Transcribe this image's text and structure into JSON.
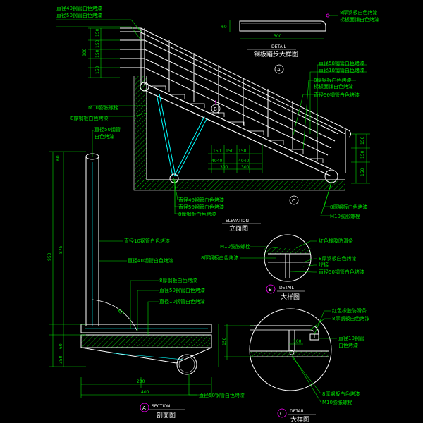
{
  "colors": {
    "background": "#000000",
    "structure": "#ffffff",
    "rail_lines": "#ffffff",
    "hatch": "#00e000",
    "leaders": "#00e000",
    "dimension": "#00e000",
    "brace": "#00ffff",
    "marker": "#ff00ff",
    "labels": "#00e000"
  },
  "titles": {
    "elevation_en": "ELEVATION",
    "elevation_cn": "立面图",
    "tread_detail_en": "DETAIL",
    "tread_detail_cn": "钢板踏步大样图",
    "detail_b_en": "DETAIL",
    "detail_b_cn": "大样图",
    "section_en": "SECTION",
    "section_cn": "剖面图",
    "detail_c_en": "DETAIL",
    "detail_c_cn": "大样图"
  },
  "markers": {
    "a": "A",
    "b": "B",
    "c": "C",
    "b_title": "B",
    "a_title": "A",
    "c_title": "C"
  },
  "elevation_labels": {
    "top_rail_1": "直径40钢管白色烤漆",
    "top_rail_2": "直径50钢管白色烤漆",
    "bolt": "M10膨胀螺栓",
    "plate": "8厚钢板白色烤漆",
    "handrail_1": "直径50钢管白色烤漆",
    "handrail_2": "直径10钢管白色烤漆",
    "tread_1": "8厚钢板白色烤漆",
    "tread_2": "梯板面铺白色烤漆",
    "stringer": "直径50钢管白色烤漆",
    "brace_1": "直径40钢管白色烤漆",
    "brace_2": "直径50钢管白色烤漆",
    "base_plate": "8厚钢板白色烤漆",
    "base_plate_r": "8厚钢板白色烤漆",
    "bolt_r": "M10膨胀螺栓"
  },
  "section_labels": {
    "post_1": "直径50钢管",
    "post_2": "白色烤漆",
    "rod": "直径10钢管白色烤漆",
    "rail": "直径40钢管白色烤漆",
    "plate": "8厚钢板白色烤漆",
    "tube_1": "直径50钢管白色烤漆",
    "tube_2": "直径10钢管白色烤漆",
    "bottom_tube": "直径50钢管白色烤漆"
  },
  "detail_b_labels": {
    "l1": "红色橡胶防滑条",
    "l2": "M10膨胀螺栓",
    "l3": "8厚钢板白色烤漆",
    "l4": "8厚钢板白色烤漆",
    "l5": "焊接",
    "l6": "直径50钢管白色烤漆"
  },
  "detail_c_labels": {
    "l1": "红色橡胶防滑条",
    "l2": "8厚钢板白色烤漆",
    "l3": "直径10钢管",
    "l4": "白色烤漆",
    "l5": "8厚钢板白色烤漆",
    "l6": "M10膨胀螺栓"
  },
  "dimensions": {
    "tread_width": "300",
    "tread_height": "60",
    "elev_v1": "150",
    "elev_v2": "150",
    "elev_v3": "150",
    "elev_v4": "150",
    "elev_total": "900",
    "step_a": "150",
    "step_b": "150",
    "step_c": "150",
    "step_d": "4040",
    "step_e": "4040",
    "step_f": "300",
    "step_g": "300",
    "right_v1": "150",
    "right_v2": "150",
    "right_v3": "150",
    "section_top": "60",
    "section_total": "950",
    "section_mid": "875",
    "section_v1": "60",
    "section_v2": "350",
    "section_h1": "200",
    "section_h2": "400",
    "angle": "45°",
    "detail_c_v": "150",
    "detail_c_h": "100"
  }
}
